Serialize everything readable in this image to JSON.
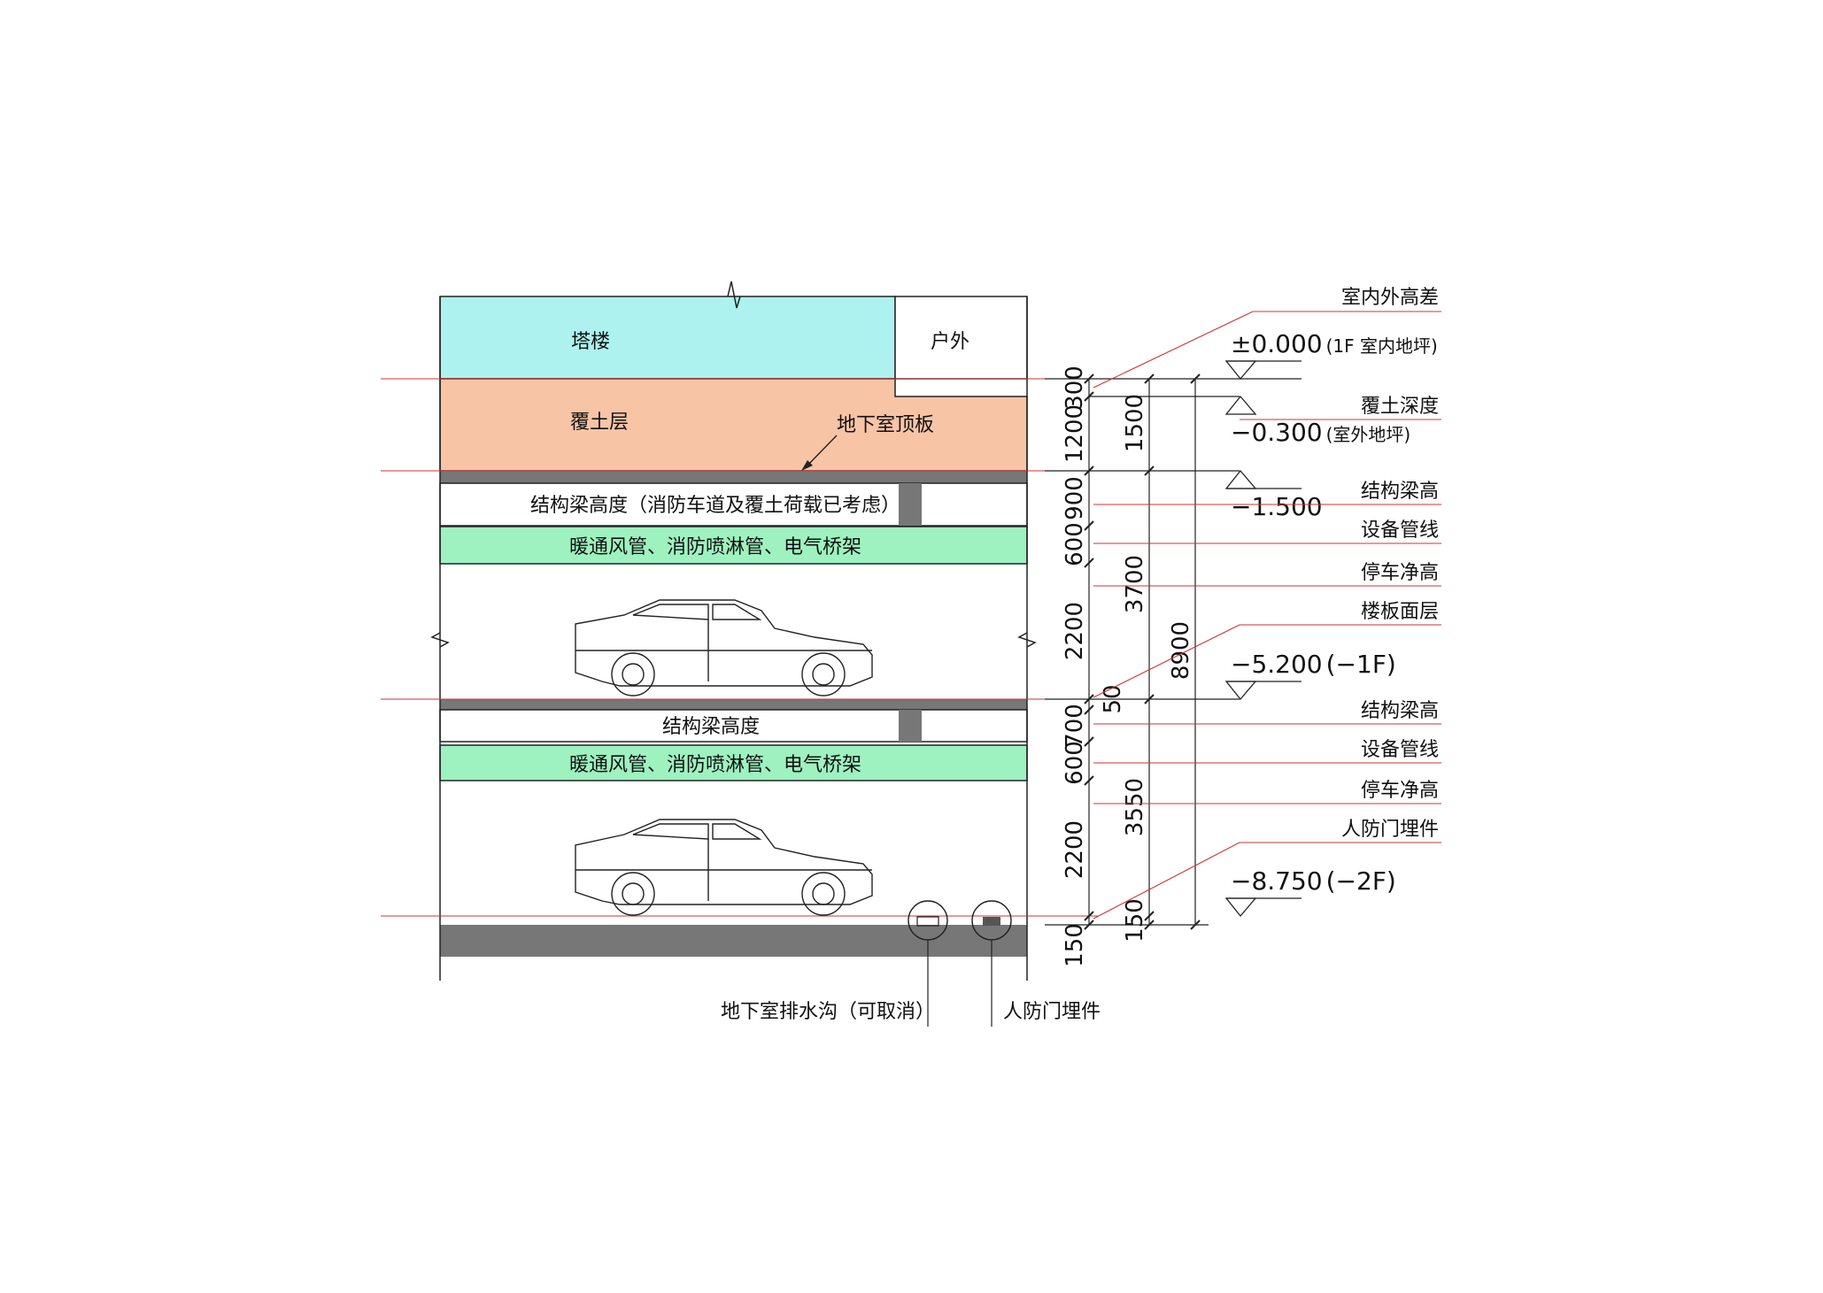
{
  "zones": {
    "tower": "塔楼",
    "outdoor": "户外",
    "soil": "覆土层",
    "roof_slab": "地下室顶板",
    "beam_top": "结构梁高度（消防车道及覆土荷载已考虑）",
    "mep_top": "暖通风管、消防喷淋管、电气桥架",
    "beam_mid": "结构梁高度",
    "mep_mid": "暖通风管、消防喷淋管、电气桥架",
    "drain": "地下室排水沟（可取消）",
    "civil_bottom": "人防门埋件"
  },
  "right_labels": [
    "室内外高差",
    "覆土深度",
    "结构梁高",
    "设备管线",
    "停车净高",
    "楼板面层",
    "结构梁高",
    "设备管线",
    "停车净高",
    "人防门埋件"
  ],
  "elevations": [
    {
      "value": "±0.000",
      "note": "(1F 室内地坪)"
    },
    {
      "value": "−0.300",
      "note": "(室外地坪)"
    },
    {
      "value": "−1.500",
      "note": ""
    },
    {
      "value": "−5.200",
      "note": "(−1F)"
    },
    {
      "value": "−8.750",
      "note": "(−2F)"
    }
  ],
  "dims_col1": [
    "300",
    "1200",
    "900",
    "600",
    "2200",
    "50",
    "700",
    "600",
    "2200",
    "150"
  ],
  "dims_col2": [
    "1500",
    "3700",
    "3550",
    "150"
  ],
  "dims_col3": [
    "8900"
  ],
  "colors": {
    "tower": "#aef2ef",
    "soil": "#f7c4a6",
    "mep": "#9ef2c0",
    "slab": "#777777",
    "leader": "#cc3333"
  }
}
